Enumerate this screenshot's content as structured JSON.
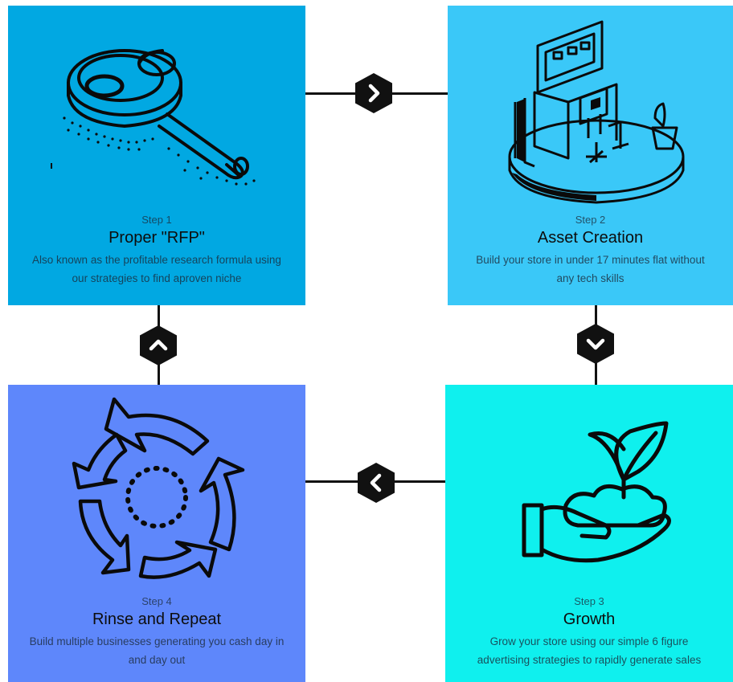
{
  "steps": [
    {
      "label": "Step 1",
      "title": "Proper \"RFP\"",
      "description": "Also known as the profitable research formula using our strategies to find aproven niche",
      "color": "#01a8e2",
      "icon": "magnifying-glass-icon"
    },
    {
      "label": "Step 2",
      "title": "Asset Creation",
      "description": "Build your store in under 17 minutes flat without any tech skills",
      "color": "#3ac8f8",
      "icon": "desk-workstation-icon"
    },
    {
      "label": "Step 3",
      "title": "Growth",
      "description": "Grow your store using our simple 6 figure advertising strategies to rapidly generate sales",
      "color": "#0ff0ee",
      "icon": "hand-with-plant-icon"
    },
    {
      "label": "Step 4",
      "title": "Rinse and Repeat",
      "description": "Build multiple businesses generating you cash day in and day out",
      "color": "#5e87fb",
      "icon": "cycle-arrows-icon"
    }
  ],
  "connectors": [
    {
      "icon": "chevron-right-icon"
    },
    {
      "icon": "chevron-down-icon"
    },
    {
      "icon": "chevron-left-icon"
    },
    {
      "icon": "chevron-up-icon"
    }
  ]
}
